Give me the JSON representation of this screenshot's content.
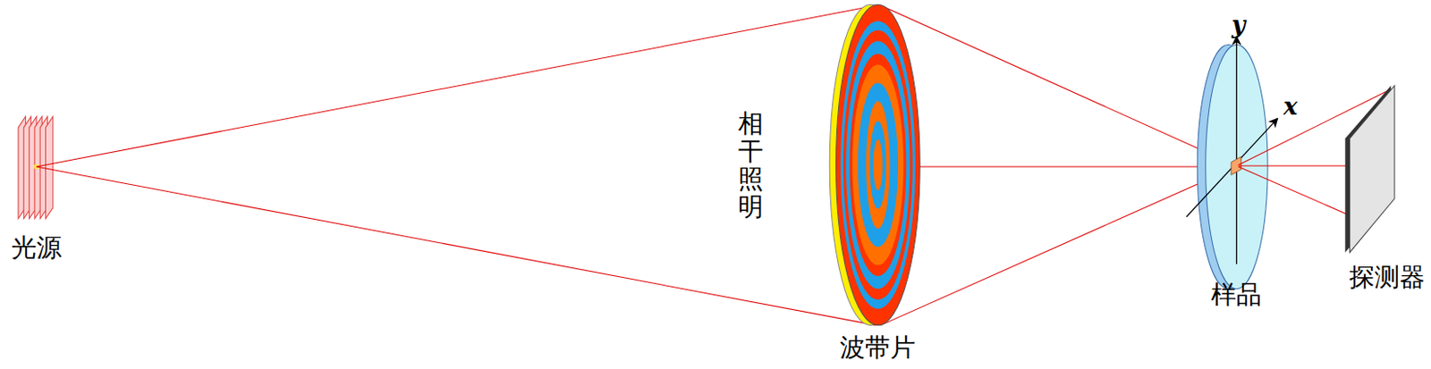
{
  "diagram": {
    "labels": [
      "光源",
      "相干照明",
      "波带片",
      "样品",
      "y",
      "x",
      "探测器"
    ]
  }
}
